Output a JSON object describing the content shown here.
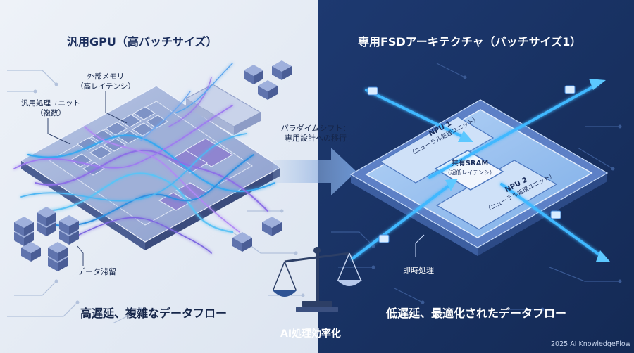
{
  "left": {
    "title": "汎用GPU（高バッチサイズ）",
    "memory_label": [
      "外部メモリ",
      "（高レイテンシ）"
    ],
    "unit_label": [
      "汎用処理ユニット",
      "（複数）"
    ],
    "stall_label": "データ滞留",
    "caption": "高遅延、複雑なデータフロー"
  },
  "center": {
    "shift_label": [
      "パラダイムシフト：",
      "専用設計への移行"
    ],
    "bottom_label": "AI処理効率化"
  },
  "right": {
    "title": "専用FSDアーキテクチャ（バッチサイズ1）",
    "npu1": [
      "NPU 1",
      "（ニューラル処理ユニット）"
    ],
    "sram": [
      "共有SRAM",
      "（超低レイテンシ）"
    ],
    "npu2": [
      "NPU 2",
      "（ニューラル処理ユニット）"
    ],
    "instant_label": "即時処理",
    "caption": "低遅延、最適化されたデータフロー"
  },
  "watermark": "2025 AI KnowledgeFlow",
  "colors": {
    "left_bg": "#e9eef6",
    "right_bg": "#1b3566",
    "accent_blue": "#39a8f0",
    "accent_purple": "#8c6fe6"
  }
}
